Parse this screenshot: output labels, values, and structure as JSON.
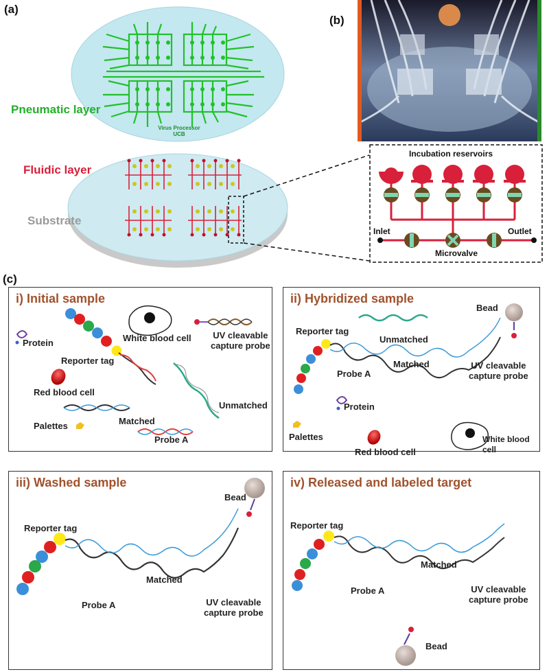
{
  "panel_labels": {
    "a": "(a)",
    "b": "(b)",
    "c": "(c)"
  },
  "panel_a": {
    "pneumatic_label": "Pneumatic layer",
    "fluidic_label": "Fluidic layer",
    "substrate_label": "Substrate",
    "chip_text_line1": "Virus Processor",
    "chip_text_line2": "UCB",
    "colors": {
      "pneumatic": "#22c02a",
      "fluidic": "#d8203a",
      "substrate": "#9a9a9a",
      "disc": "#bfe6ee"
    }
  },
  "panel_b_schematic": {
    "title": "Incubation reservoirs",
    "inlet": "Inlet",
    "outlet": "Outlet",
    "microvalve": "Microvalve"
  },
  "panels": {
    "initial": {
      "title": "i) Initial sample",
      "protein": "Protein",
      "white_blood_cell": "White blood cell",
      "uv_probe_1": "UV cleavable",
      "uv_probe_2": "capture probe",
      "reporter_tag": "Reporter tag",
      "red_blood_cell": "Red blood cell",
      "unmatched": "Unmatched",
      "matched": "Matched",
      "palettes": "Palettes",
      "probe_a": "Probe A"
    },
    "hybridized": {
      "title": "ii) Hybridized  sample",
      "bead": "Bead",
      "reporter_tag": "Reporter tag",
      "unmatched": "Unmatched",
      "matched": "Matched",
      "probe_a": "Probe A",
      "uv_probe_1": "UV cleavable",
      "uv_probe_2": "capture probe",
      "protein": "Protein",
      "palettes": "Palettes",
      "red_blood_cell": "Red blood cell",
      "white_blood_cell": "White blood cell"
    },
    "washed": {
      "title": "iii) Washed sample",
      "reporter_tag": "Reporter tag",
      "bead": "Bead",
      "matched": "Matched",
      "probe_a": "Probe A",
      "uv_probe_1": "UV cleavable",
      "uv_probe_2": "capture probe"
    },
    "released": {
      "title": "iv) Released and labeled target",
      "reporter_tag": "Reporter tag",
      "matched": "Matched",
      "probe_a": "Probe A",
      "uv_probe_1": "UV cleavable",
      "uv_probe_2": "capture probe",
      "bead": "Bead"
    }
  }
}
